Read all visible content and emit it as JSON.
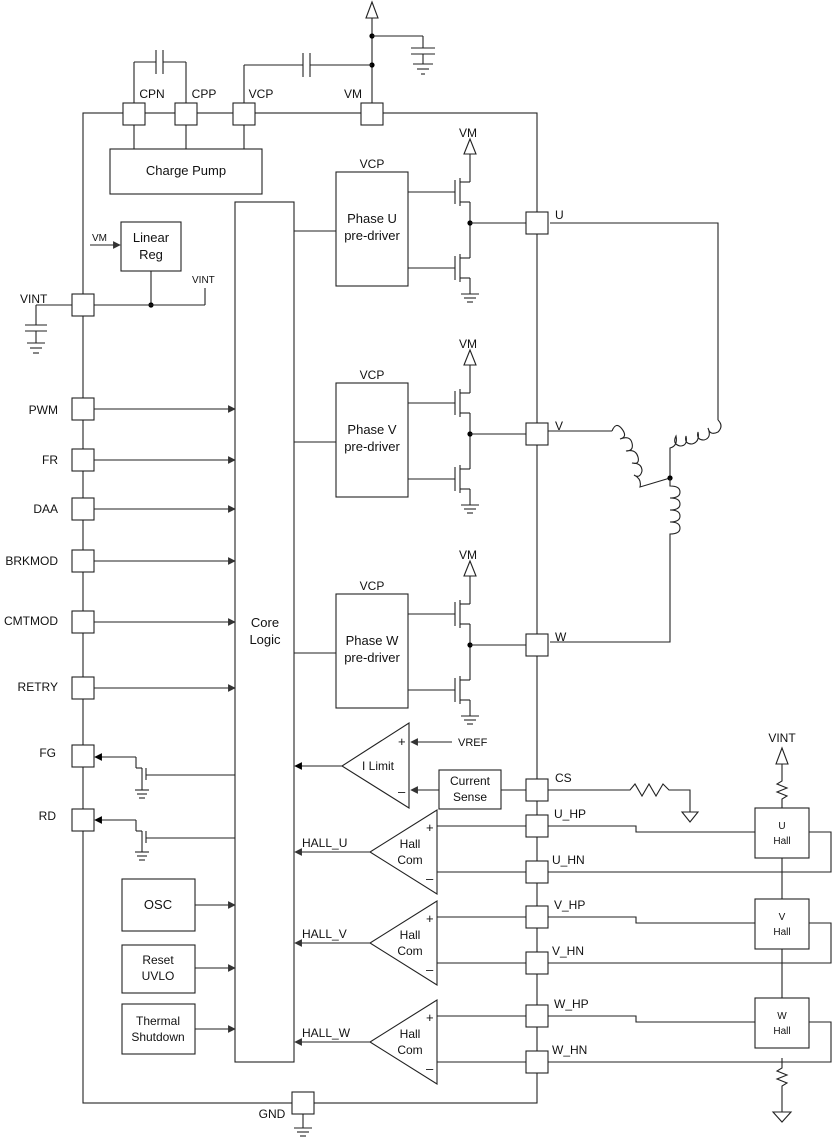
{
  "top_pins": {
    "cpn": "CPN",
    "cpp": "CPP",
    "vcp": "VCP",
    "vm": "VM"
  },
  "charge_pump": "Charge Pump",
  "linear_reg": {
    "line1": "Linear",
    "line2": "Reg",
    "input": "VM",
    "output": "VINT"
  },
  "left_pins": {
    "vint": "VINT",
    "pwm": "PWM",
    "fr": "FR",
    "daa": "DAA",
    "brkmod": "BRKMOD",
    "cmtmod": "CMTMOD",
    "retry": "RETRY",
    "fg": "FG",
    "rd": "RD"
  },
  "core_logic": {
    "line1": "Core",
    "line2": "Logic"
  },
  "phase_drivers": [
    {
      "supply": "VCP",
      "line1": "Phase U",
      "line2": "pre-driver",
      "fet_supply": "VM",
      "output": "U"
    },
    {
      "supply": "VCP",
      "line1": "Phase V",
      "line2": "pre-driver",
      "fet_supply": "VM",
      "output": "V"
    },
    {
      "supply": "VCP",
      "line1": "Phase W",
      "line2": "pre-driver",
      "fet_supply": "VM",
      "output": "W"
    }
  ],
  "ilimit": {
    "label": "I Limit",
    "plus": "+",
    "minus": "–",
    "ref": "VREF"
  },
  "current_sense": {
    "line1": "Current",
    "line2": "Sense",
    "pin": "CS"
  },
  "hall_comps": [
    {
      "signal": "HALL_U",
      "line1": "Hall",
      "line2": "Com",
      "hp": "U_HP",
      "hn": "U_HN",
      "sensor1": "U",
      "sensor2": "Hall"
    },
    {
      "signal": "HALL_V",
      "line1": "Hall",
      "line2": "Com",
      "hp": "V_HP",
      "hn": "V_HN",
      "sensor1": "V",
      "sensor2": "Hall"
    },
    {
      "signal": "HALL_W",
      "line1": "Hall",
      "line2": "Com",
      "hp": "W_HP",
      "hn": "W_HN",
      "sensor1": "W",
      "sensor2": "Hall"
    }
  ],
  "signs": {
    "plus": "+",
    "minus": "–"
  },
  "hall_supply": "VINT",
  "blocks": {
    "osc": "OSC",
    "reset1": "Reset",
    "reset2": "UVLO",
    "thermal1": "Thermal",
    "thermal2": "Shutdown"
  },
  "gnd": "GND"
}
